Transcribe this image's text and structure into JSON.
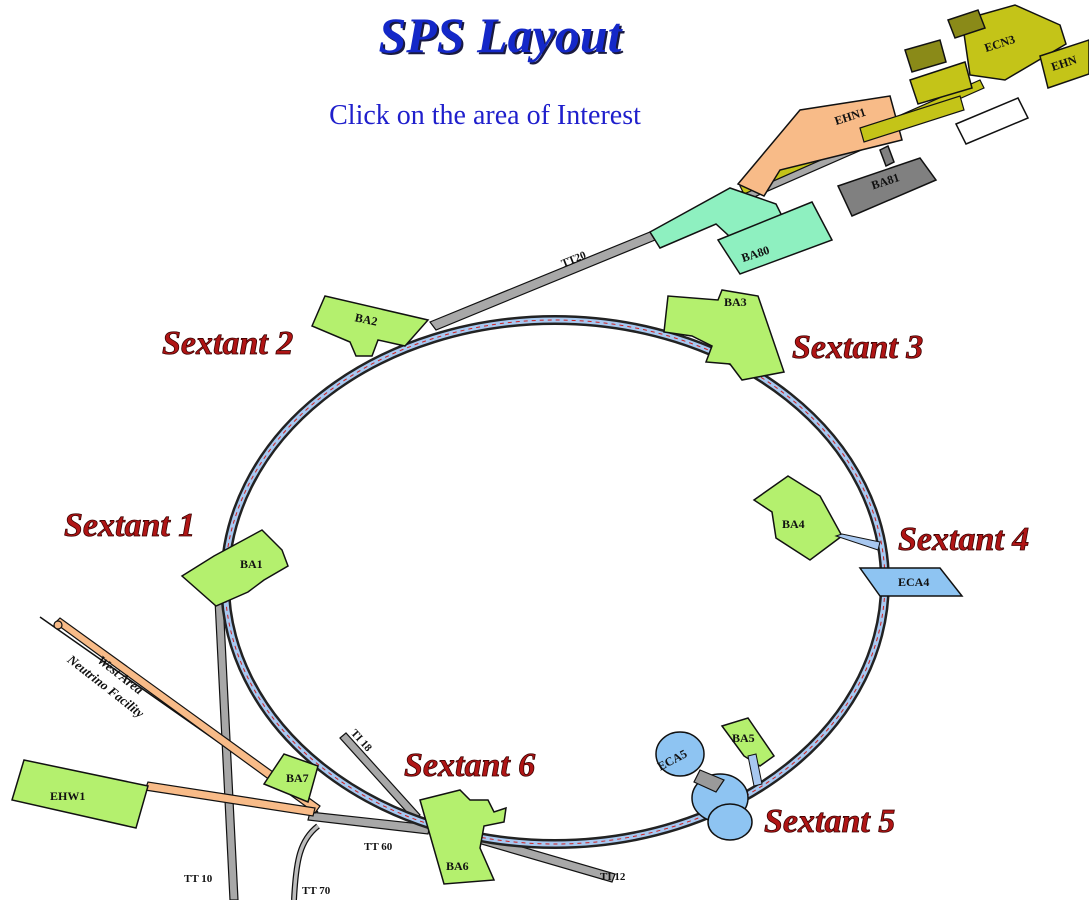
{
  "header": {
    "title": "SPS Layout",
    "subtitle": "Click on the area of Interest"
  },
  "sextants": {
    "s1": "Sextant 1",
    "s2": "Sextant 2",
    "s3": "Sextant 3",
    "s4": "Sextant 4",
    "s5": "Sextant 5",
    "s6": "Sextant 6"
  },
  "buildings": {
    "ba1": "BA1",
    "ba2": "BA2",
    "ba3": "BA3",
    "ba4": "BA4",
    "ba5": "BA5",
    "ba6": "BA6",
    "ba7": "BA7",
    "ba80": "BA80",
    "ba81": "BA81",
    "ehn1": "EHN1",
    "ecn3": "ECN3",
    "ehn2": "EHN",
    "eca4": "ECA4",
    "eca5": "ECA5",
    "ehw1": "EHW1"
  },
  "lines": {
    "tt20": "TT20",
    "tt10": "TT 10",
    "tt60": "TT 60",
    "tt70": "TT 70",
    "ti12": "TI 12",
    "ti18": "TI 18"
  },
  "west_area": {
    "line1": "West Area",
    "line2": "Neutrino Facility"
  },
  "colors": {
    "building_green": "#b4f06e",
    "teal": "#8ef0c0",
    "cavern_blue": "#8ec4f2",
    "orange": "#f8bb88",
    "olive": "#c4c418",
    "grey": "#808080",
    "sextant_red": "#b01515",
    "title_blue": "#1428c8"
  }
}
